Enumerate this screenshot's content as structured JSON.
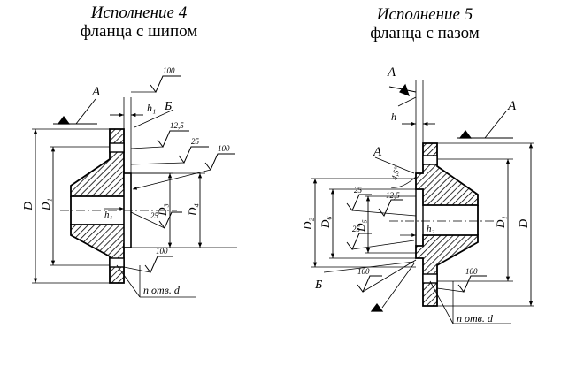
{
  "left": {
    "title": "Исполнение 4",
    "subtitle": "фланца с шипом",
    "labels": {
      "datum": "А",
      "b": "Б",
      "h1": "h₁",
      "D": "D",
      "D1": "D₁",
      "D3": "D₃",
      "D4": "D₄",
      "holes": "n отв. d"
    },
    "roughness": [
      "100",
      "12,5",
      "25",
      "100",
      "25",
      "100"
    ]
  },
  "right": {
    "title": "Исполнение 5",
    "subtitle": "фланца с пазом",
    "labels": {
      "datum_top": "А",
      "datum_flange": "А",
      "datum_mid": "А",
      "b": "Б",
      "h": "h",
      "h2": "h₂",
      "angle": "4,5°",
      "D": "D",
      "D1": "D₁",
      "D2": "D₂",
      "D5": "D₅",
      "D6": "D₆",
      "holes": "n отв. d"
    },
    "roughness": [
      "25",
      "12,5",
      "25",
      "100",
      "100"
    ]
  }
}
